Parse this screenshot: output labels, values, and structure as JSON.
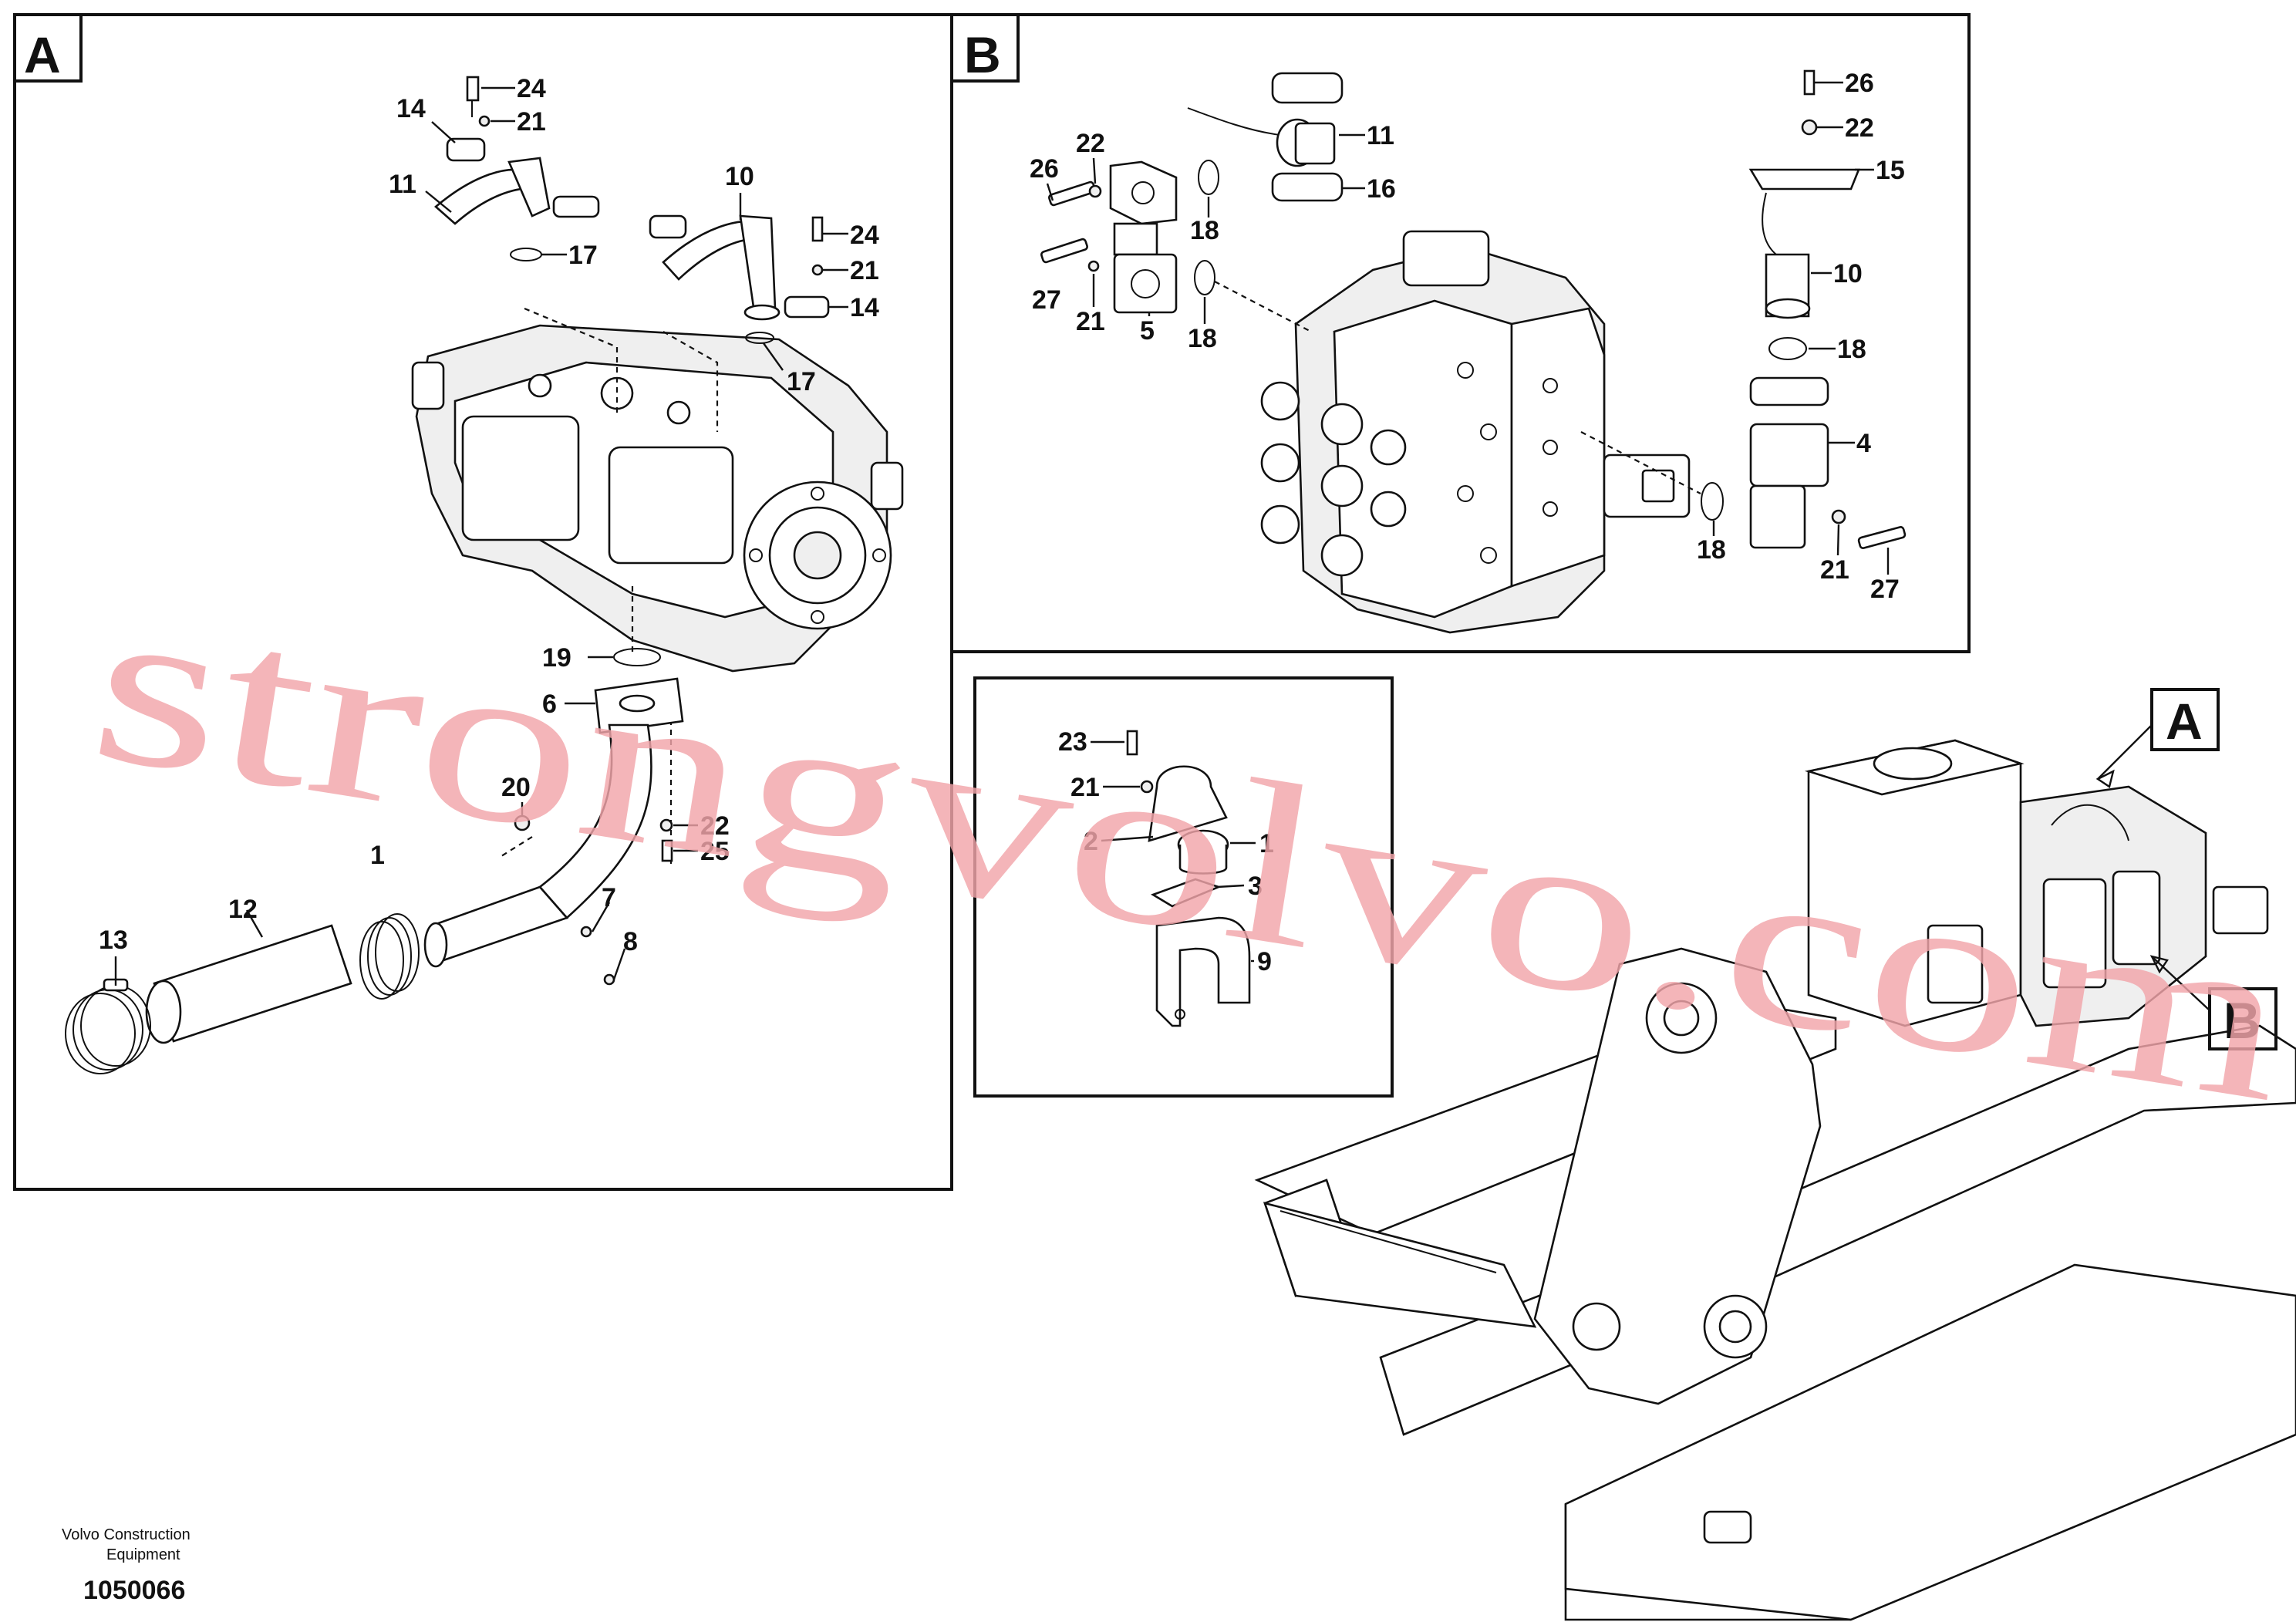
{
  "panels": {
    "a": {
      "letter": "A"
    },
    "b": {
      "letter": "B"
    }
  },
  "callouts": {
    "a": [
      "24",
      "21",
      "14",
      "11",
      "17",
      "10",
      "24",
      "21",
      "14",
      "17",
      "19",
      "6",
      "20",
      "22",
      "25",
      "1",
      "12",
      "13",
      "7",
      "8"
    ],
    "b": [
      "22",
      "26",
      "18",
      "27",
      "21",
      "5",
      "18",
      "11",
      "16",
      "26",
      "22",
      "15",
      "10",
      "18",
      "4",
      "18",
      "21",
      "27"
    ],
    "c": [
      "23",
      "21",
      "2",
      "1",
      "3",
      "9"
    ]
  },
  "overview": {
    "callout_a": "A",
    "callout_b": "B"
  },
  "footer": {
    "company_line1": "Volvo Construction",
    "company_line2": "Equipment",
    "drawing_number": "1050066"
  },
  "watermark": {
    "text": "strongvolvo.com"
  },
  "colors": {
    "line": "#111111",
    "watermark": "#f2a5a9",
    "background": "#ffffff"
  }
}
